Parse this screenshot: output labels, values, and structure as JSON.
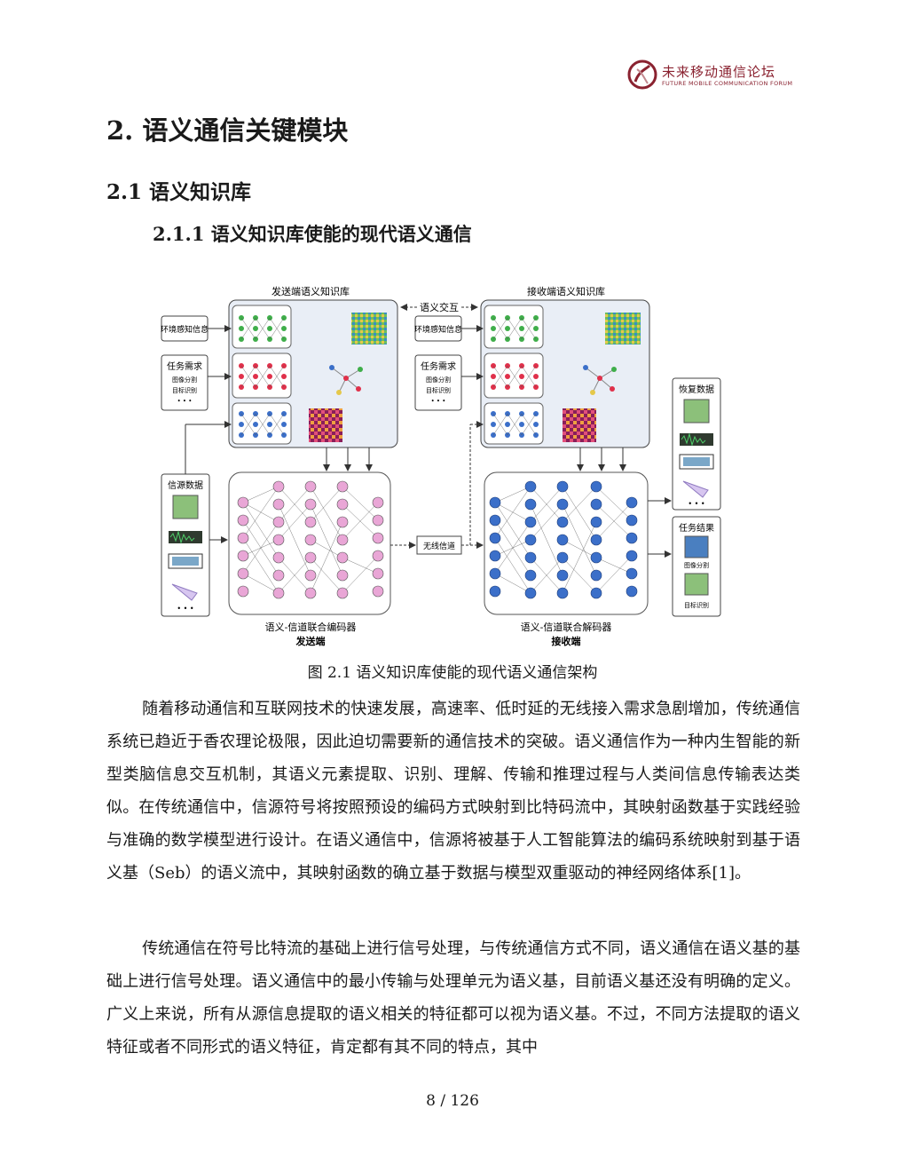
{
  "header": {
    "logo_cn": "未来移动通信论坛",
    "logo_en": "FUTURE MOBILE COMMUNICATION FORUM"
  },
  "headings": {
    "h1": "2. 语义通信关键模块",
    "h2": "2.1 语义知识库",
    "h3": "2.1.1 语义知识库使能的现代语义通信"
  },
  "figure": {
    "sender_kb_title": "发送端语义知识库",
    "receiver_kb_title": "接收端语义知识库",
    "semantic_interaction": "语义交互",
    "env_info": "环境感知信息",
    "task_demand": "任务需求",
    "task_items": [
      "图像分割",
      "目标识别",
      "• • •"
    ],
    "source_data": "信源数据",
    "wireless_channel": "无线信道",
    "encoder_label": "语义-信道联合编码器",
    "decoder_label": "语义-信道联合解码器",
    "sender": "发送端",
    "receiver": "接收端",
    "recovered_data": "恢复数据",
    "task_result": "任务结果",
    "result_items": [
      "图像分割",
      "目标识别"
    ],
    "ellipsis": "• • •",
    "colors": {
      "encoder_node": "#e9a6d6",
      "decoder_node": "#3b6fc9",
      "kb_panel": "#e9eef6",
      "node_red": "#e0304a",
      "node_green": "#3fae4a"
    }
  },
  "caption": "图 2.1 语义知识库使能的现代语义通信架构",
  "paragraphs": [
    "随着移动通信和互联网技术的快速发展，高速率、低时延的无线接入需求急剧增加，传统通信系统已趋近于香农理论极限，因此迫切需要新的通信技术的突破。语义通信作为一种内生智能的新型类脑信息交互机制，其语义元素提取、识别、理解、传输和推理过程与人类间信息传输表达类似。在传统通信中，信源符号将按照预设的编码方式映射到比特码流中，其映射函数基于实践经验与准确的数学模型进行设计。在语义通信中，信源将被基于人工智能算法的编码系统映射到基于语义基（Seb）的语义流中，其映射函数的确立基于数据与模型双重驱动的神经网络体系[1]。",
    "传统通信在符号比特流的基础上进行信号处理，与传统通信方式不同，语义通信在语义基的基础上进行信号处理。语义通信中的最小传输与处理单元为语义基，目前语义基还没有明确的定义。广义上来说，所有从源信息提取的语义相关的特征都可以视为语义基。不过，不同方法提取的语义特征或者不同形式的语义特征，肯定都有其不同的特点，其中"
  ],
  "page_number": "8 / 126"
}
